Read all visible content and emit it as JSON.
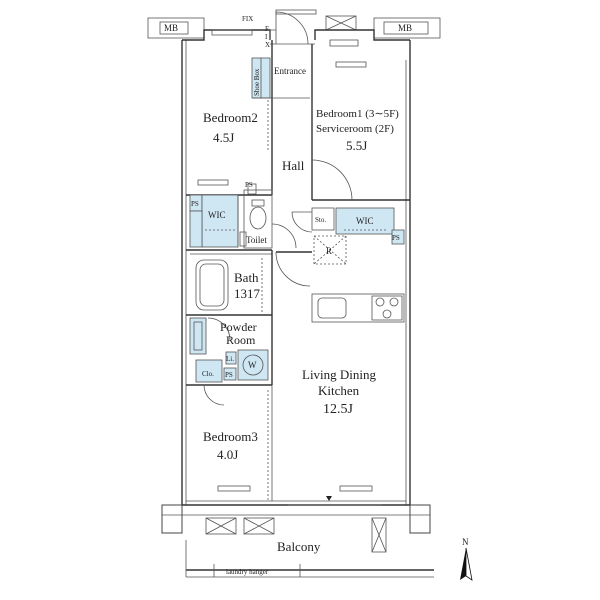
{
  "labels": {
    "mb_left": "MB",
    "mb_right": "MB",
    "fix_top": "FIX",
    "fix_vertical": [
      "F",
      "I",
      "X"
    ],
    "shoe_box": "Shoe Box",
    "entrance": "Entrance",
    "bedroom2_name": "Bedroom2",
    "bedroom2_size": "4.5J",
    "bedroom1_name": "Bedroom1 (3∼5F)",
    "serviceroom": "Serviceroom (2F)",
    "bedroom1_size": "5.5J",
    "hall": "Hall",
    "ps_1": "PS",
    "ps_2": "PS",
    "ps_3": "PS",
    "ps_4": "PS",
    "wic_1": "WIC",
    "wic_2": "WIC",
    "sto": "Sto.",
    "toilet": "Toilet",
    "refrigerator": "R",
    "bath": "Bath",
    "bath_size": "1317",
    "powder_room_1": "Powder",
    "powder_room_2": "Room",
    "linen": "Li.",
    "washer": "W",
    "closet": "Clo.",
    "ldk_1": "Living Dining",
    "ldk_2": "Kitchen",
    "ldk_size": "12.5J",
    "bedroom3_name": "Bedroom3",
    "bedroom3_size": "4.0J",
    "balcony": "Balcony",
    "laundry_hanger": "laundry hanger",
    "north": "N"
  },
  "colors": {
    "storage_fill": "#cfe6f3",
    "wall": "#333333"
  },
  "icons": {
    "north_arrow": "north-arrow-icon",
    "stove": "stove-icon",
    "sink": "sink-icon",
    "bathtub": "bathtub-icon",
    "toilet": "toilet-icon",
    "washbasin": "washbasin-icon"
  }
}
